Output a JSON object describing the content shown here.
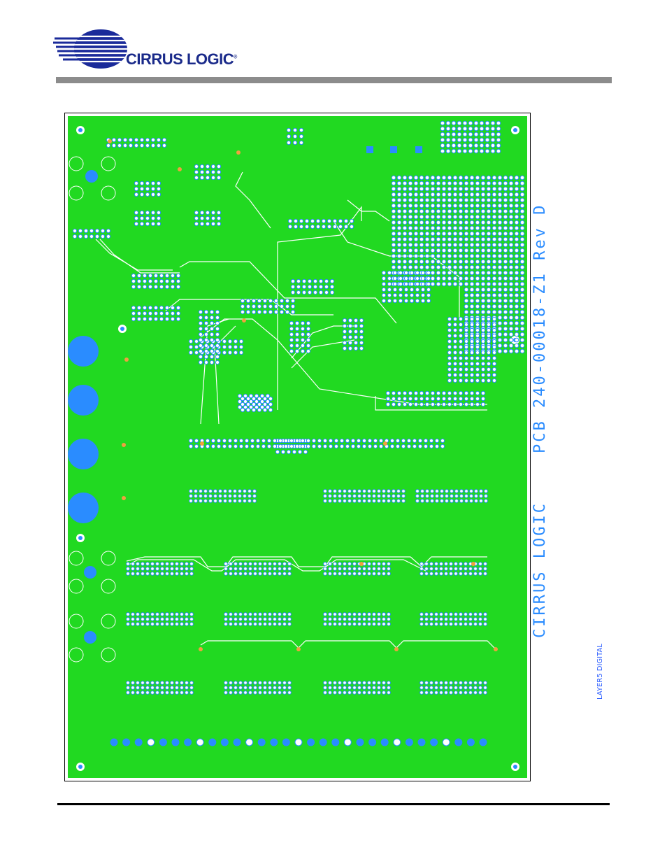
{
  "header": {
    "company": "CIRRUS LOGIC",
    "registered_mark": "®"
  },
  "board": {
    "silk_title": "PCB 240-00018-Z1 Rev D",
    "silk_company": "CIRRUS LOGIC",
    "layer_label": "LAYER5 DIGITAL",
    "colors": {
      "copper": "#21d921",
      "pad": "#2a8cff",
      "trace": "#ffffff",
      "accent": "#f0a040",
      "silk": "#2a8cff"
    }
  }
}
